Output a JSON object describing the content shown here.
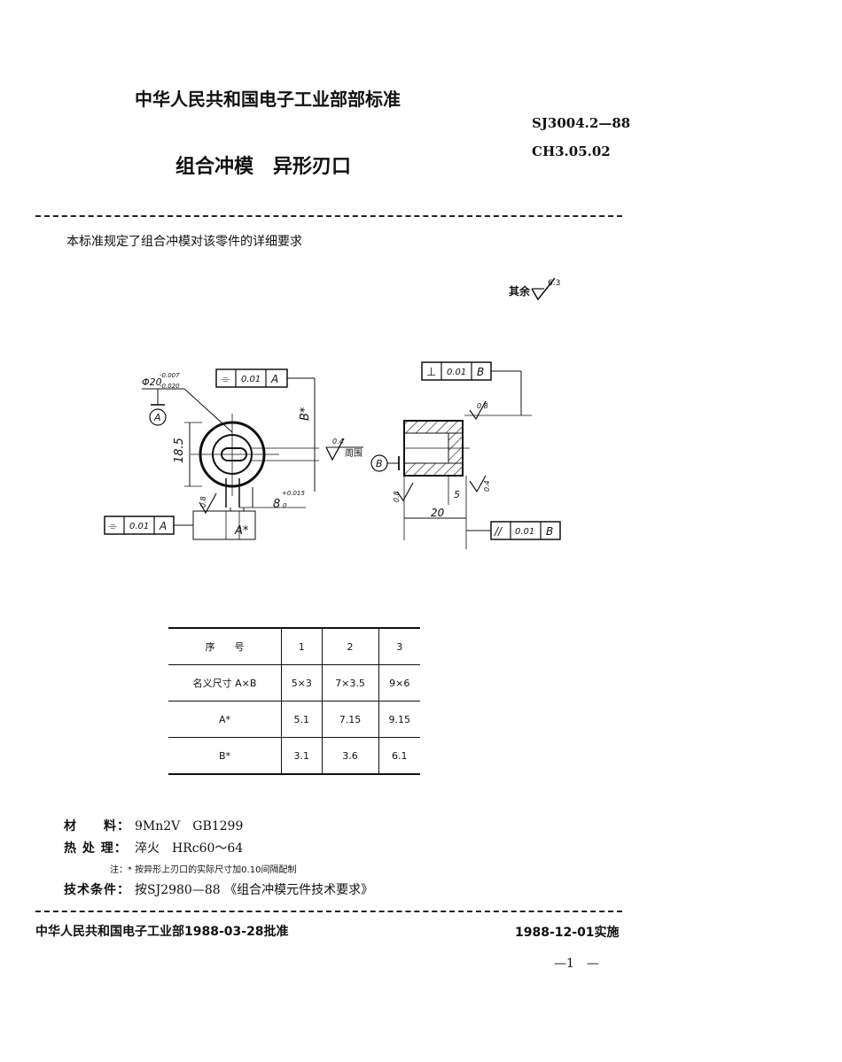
{
  "header": {
    "org_title": "中华人民共和国电子工业部部标准",
    "std_number": "SJ3004.2—88",
    "class_code": "CH3.05.02",
    "doc_title": "组合冲模　异形刃口"
  },
  "intro": "本标准规定了组合冲模对该零件的详细要求",
  "roughness_note": {
    "prefix": "其余",
    "value": "6.3"
  },
  "drawing": {
    "front": {
      "tol_top": {
        "symbol": "⌯",
        "value": "0.01",
        "datum": "A"
      },
      "tol_left": {
        "symbol": "⌯",
        "value": "0.01",
        "datum": "A"
      },
      "dia_label": "Φ20",
      "dia_upper": "-0.007",
      "dia_lower": "-0.020",
      "datum_a": "A",
      "height_dim": "18.5",
      "b_dim": "B*",
      "width_dim": "8",
      "width_tol_upper": "+0.015",
      "width_tol_lower": "0",
      "a_dim": "A*",
      "rough_side": "0.4",
      "rough_side_suffix": "周围",
      "rough_bottom": "0.8"
    },
    "side": {
      "tol_top": {
        "symbol": "⊥",
        "value": "0.01",
        "datum": "B"
      },
      "tol_bottom": {
        "symbol": "//",
        "value": "0.01",
        "datum": "B"
      },
      "datum_b": "B",
      "length_dim": "20",
      "step_dim": "5",
      "rough_top": "0.8",
      "rough_left": "0.8",
      "rough_step": "0.4"
    }
  },
  "table": {
    "headers": [
      "序　　号",
      "1",
      "2",
      "3"
    ],
    "rows": [
      {
        "label": "名义尺寸 A×B",
        "values": [
          "5×3",
          "7×3.5",
          "9×6"
        ]
      },
      {
        "label": "A*",
        "values": [
          "5.1",
          "7.15",
          "9.15"
        ]
      },
      {
        "label": "B*",
        "values": [
          "3.1",
          "3.6",
          "6.1"
        ]
      }
    ]
  },
  "specs": {
    "material_label": "材　　料：",
    "material_value": "9Mn2V　GB1299",
    "heat_label": "热 处 理：",
    "heat_value": "淬火　HRc60～64",
    "note": "注：* 按异形上刃口的实际尺寸加0.10间隔配制",
    "tech_label": "技术条件：",
    "tech_value": "按SJ2980—88 《组合冲模元件技术要求》"
  },
  "footer": {
    "approval": "中华人民共和国电子工业部1988-03-28批准",
    "effective": "1988-12-01实施",
    "page": "—1　—"
  }
}
